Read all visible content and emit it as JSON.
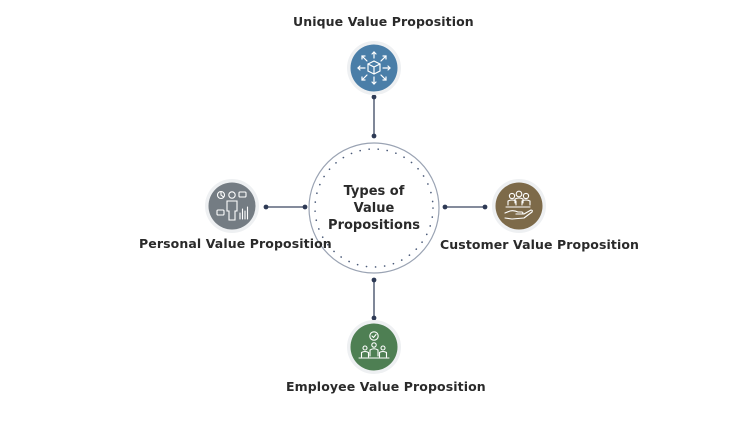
{
  "diagram": {
    "center": {
      "lines": [
        "Types of",
        "Value",
        "Propositions"
      ],
      "ring_color": "#8a96a8",
      "dot_color": "#4a5a78"
    },
    "connector_color": "#3a4660",
    "nodes": [
      {
        "id": "unique",
        "label": "Unique Value Proposition",
        "icon": "network-cube-icon",
        "color": "#4a7ea8"
      },
      {
        "id": "personal",
        "label": "Personal Value Proposition",
        "icon": "person-analytics-icon",
        "color": "#747c83"
      },
      {
        "id": "customer",
        "label": "Customer Value Proposition",
        "icon": "hand-group-icon",
        "color": "#7d6a49"
      },
      {
        "id": "employee",
        "label": "Employee Value Proposition",
        "icon": "team-checkmark-icon",
        "color": "#4e7f53"
      }
    ]
  }
}
